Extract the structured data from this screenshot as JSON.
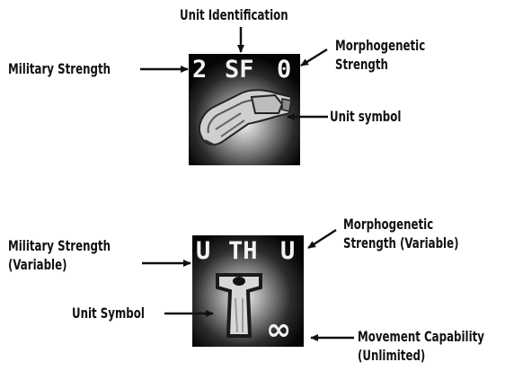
{
  "counter1": {
    "military_strength": "2",
    "unit_id": "SF",
    "morphogenetic_strength": "0",
    "unit_symbol_icon": "starship-icon"
  },
  "counter2": {
    "military_strength": "U",
    "unit_id": "TH",
    "morphogenetic_strength": "U",
    "unit_symbol_icon": "tower-symbol-icon",
    "movement": "∞"
  },
  "labels": {
    "unit_identification": "Unit Identification",
    "military_strength_1": "Military Strength",
    "morphogenetic_strength_1_line1": "Morphogenetic",
    "morphogenetic_strength_1_line2": "Strength",
    "unit_symbol_1": "Unit symbol",
    "military_strength_2_line1": "Military Strength",
    "military_strength_2_line2": "(Variable)",
    "morphogenetic_strength_2_line1": "Morphogenetic",
    "morphogenetic_strength_2_line2": "Strength (Variable)",
    "unit_symbol_2": "Unit Symbol",
    "movement_line1": "Movement Capability",
    "movement_line2": "(Unlimited)"
  }
}
